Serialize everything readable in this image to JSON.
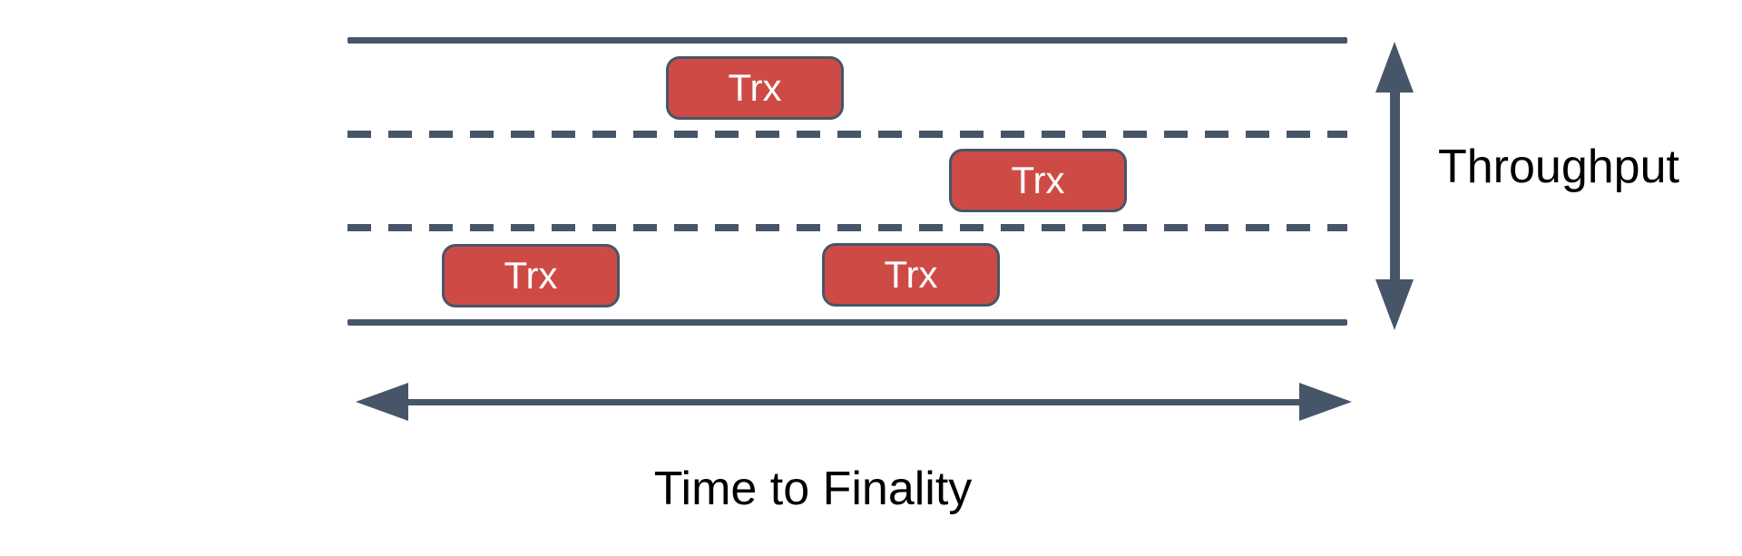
{
  "colors": {
    "line": "#475569",
    "box_fill": "#ce4b45",
    "box_border": "#475569",
    "box_text": "#ffffff",
    "label": "#000000",
    "background": "#ffffff"
  },
  "transactions": [
    {
      "label": "Trx",
      "lane": "top"
    },
    {
      "label": "Trx",
      "lane": "middle"
    },
    {
      "label": "Trx",
      "lane": "bottom"
    },
    {
      "label": "Trx",
      "lane": "bottom"
    }
  ],
  "axes": {
    "vertical_label": "Throughput",
    "horizontal_label": "Time to Finality"
  }
}
